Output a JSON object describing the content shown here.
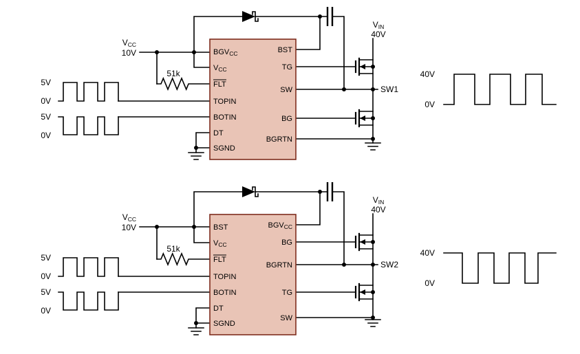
{
  "colors": {
    "ic_fill": "#e9c4b6",
    "ic_border": "#7e2d1e",
    "wire": "#000000"
  },
  "top_circuit": {
    "supply": {
      "name": "V",
      "name_sub": "CC",
      "value": "10V"
    },
    "resistor": {
      "value": "51k"
    },
    "topin_wave": {
      "high": "5V",
      "low": "0V"
    },
    "botin_wave": {
      "high": "5V",
      "low": "0V"
    },
    "ic": {
      "left_pins": [
        {
          "label": "BGV",
          "sub": "CC"
        },
        {
          "label": "V",
          "sub": "CC"
        },
        {
          "label": "FLT"
        },
        {
          "label": "TOPIN"
        },
        {
          "label": "BOTIN"
        },
        {
          "label": "DT"
        },
        {
          "label": "SGND"
        }
      ],
      "right_pins": [
        {
          "label": "BST"
        },
        {
          "label": "TG"
        },
        {
          "label": "SW"
        },
        {
          "label": "BG"
        },
        {
          "label": "BGRTN"
        }
      ]
    },
    "vin": {
      "name": "V",
      "name_sub": "IN",
      "value": "40V"
    },
    "switch_node": "SW1",
    "output_wave": {
      "high": "40V",
      "low": "0V"
    }
  },
  "bottom_circuit": {
    "supply": {
      "name": "V",
      "name_sub": "CC",
      "value": "10V"
    },
    "resistor": {
      "value": "51k"
    },
    "topin_wave": {
      "high": "5V",
      "low": "0V"
    },
    "botin_wave": {
      "high": "5V",
      "low": "0V"
    },
    "ic": {
      "left_pins": [
        {
          "label": "BST"
        },
        {
          "label": "V",
          "sub": "CC"
        },
        {
          "label": "FLT"
        },
        {
          "label": "TOPIN"
        },
        {
          "label": "BOTIN"
        },
        {
          "label": "DT"
        },
        {
          "label": "SGND"
        }
      ],
      "right_pins": [
        {
          "label": "BGV",
          "sub": "CC"
        },
        {
          "label": "BG"
        },
        {
          "label": "BGRTN"
        },
        {
          "label": "TG"
        },
        {
          "label": "SW"
        }
      ]
    },
    "vin": {
      "name": "V",
      "name_sub": "IN",
      "value": "40V"
    },
    "switch_node": "SW2",
    "output_wave": {
      "high": "40V",
      "low": "0V"
    }
  }
}
